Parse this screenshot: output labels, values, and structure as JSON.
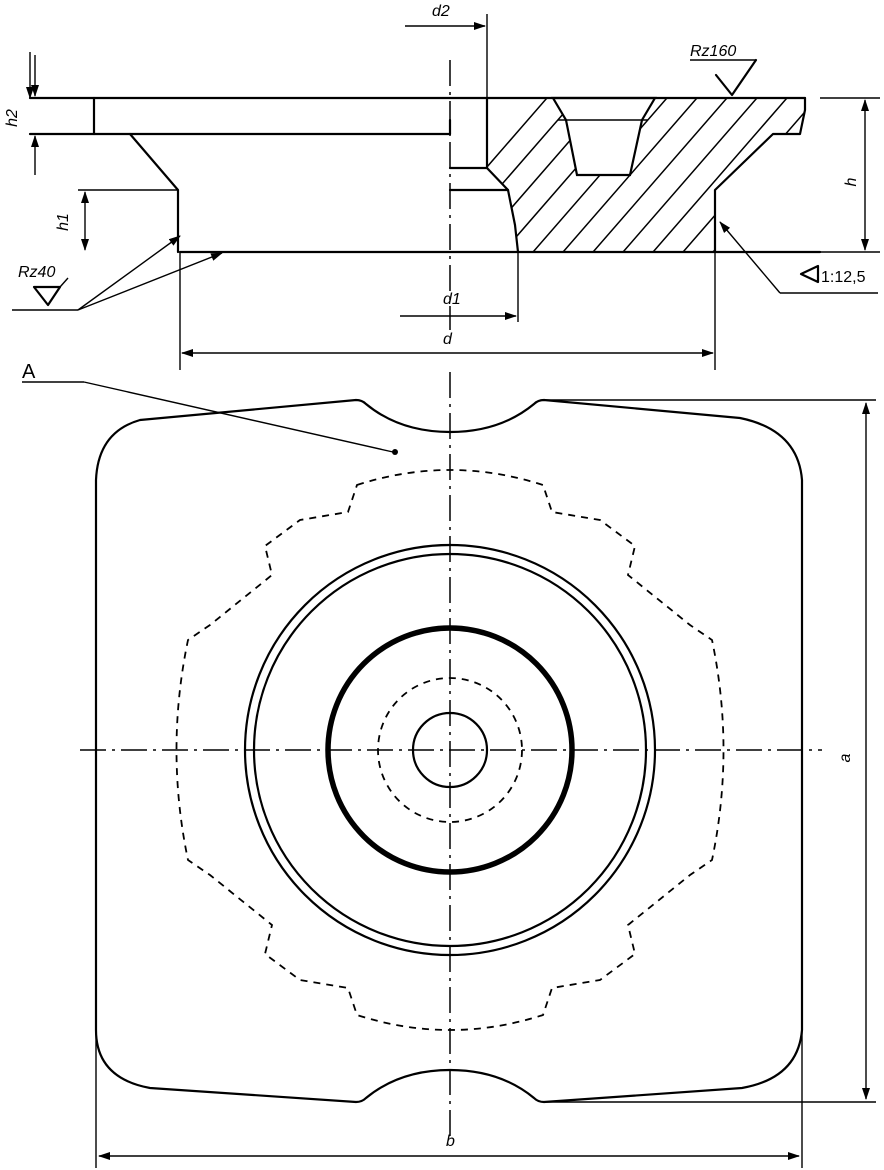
{
  "labels": {
    "h2": "h2",
    "h1": "h1",
    "h": "h",
    "d2": "d2",
    "d1": "d1",
    "d": "d",
    "a": "a",
    "b": "b",
    "roughness_top": "Rz160",
    "roughness_left": "Rz40",
    "taper": "1:12,5",
    "view_a": "A"
  },
  "colors": {
    "line": "#000000",
    "background": "#ffffff"
  },
  "icons": {
    "taper_symbol": "taper-triangle-icon",
    "roughness_symbol": "surface-roughness-icon"
  }
}
